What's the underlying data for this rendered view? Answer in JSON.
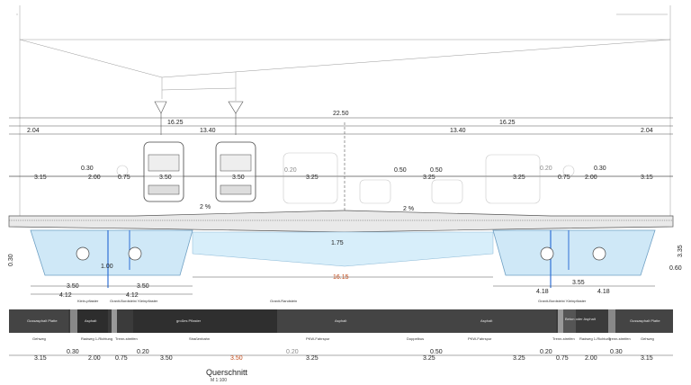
{
  "title": "Querschnitt",
  "scale": "M 1:100",
  "dims": {
    "total": "22.50",
    "half_left": "16.25",
    "half_right": "16.25",
    "edge_left": "2.04",
    "edge_right": "2.04",
    "carriage_left": "13.40",
    "carriage_right": "13.40",
    "span": "16.15",
    "box_left_a": "3.50",
    "box_left_b": "3.50",
    "box_left_c": "4.12",
    "box_left_d": "4.12",
    "box_right_a": "3.55",
    "box_right_b": "4.18",
    "box_right_c": "4.18",
    "depth_1": "1.00",
    "depth_2": "1.75",
    "depth_3": "3.35",
    "slope_1": "2 %",
    "slope_2": "2 %",
    "h_small_1": "0.30",
    "h_small_2": "0.60"
  },
  "mid_row": [
    "3.15",
    "2.00",
    "0.75",
    "3.50",
    "3.50",
    "0.20",
    "3.25",
    "0.50",
    "3.25",
    "3.25",
    "0.20",
    "0.75",
    "2.00",
    "3.15"
  ],
  "mid_row_small": [
    "0.30",
    "0.30",
    "0.50"
  ],
  "bottom_row": [
    "3.15",
    "0.30",
    "2.00",
    "0.75",
    "0.20",
    "3.50",
    "3.50",
    "0.20",
    "3.25",
    "0.50",
    "3.25",
    "3.25",
    "0.20",
    "0.75",
    "2.00",
    "0.30",
    "3.15"
  ],
  "surface_top_labels": [
    "Klein-pflaster",
    "Granit-Bordstein/ Kleinpflaster",
    "Granit-Randstein",
    "Granit-Bordstein/ Kleinpflaster"
  ],
  "surface_labels": [
    "Gussasphalt Platte",
    "Asphalt",
    "großes Pflaster",
    "Asphalt",
    "Asphalt",
    "Beton oder Asphalt",
    "Gussasphalt Platte"
  ],
  "use_labels": [
    "Gehweg",
    "Radweg 1-Richtung",
    "Trenn-streifen",
    "Straßenbahn",
    "PKW-Fahrspur",
    "Doppelbus",
    "PKW-Fahrspur",
    "Trenn-streifen",
    "Radweg 1-Richtung",
    "Trenn-streifen",
    "Gehweg"
  ]
}
